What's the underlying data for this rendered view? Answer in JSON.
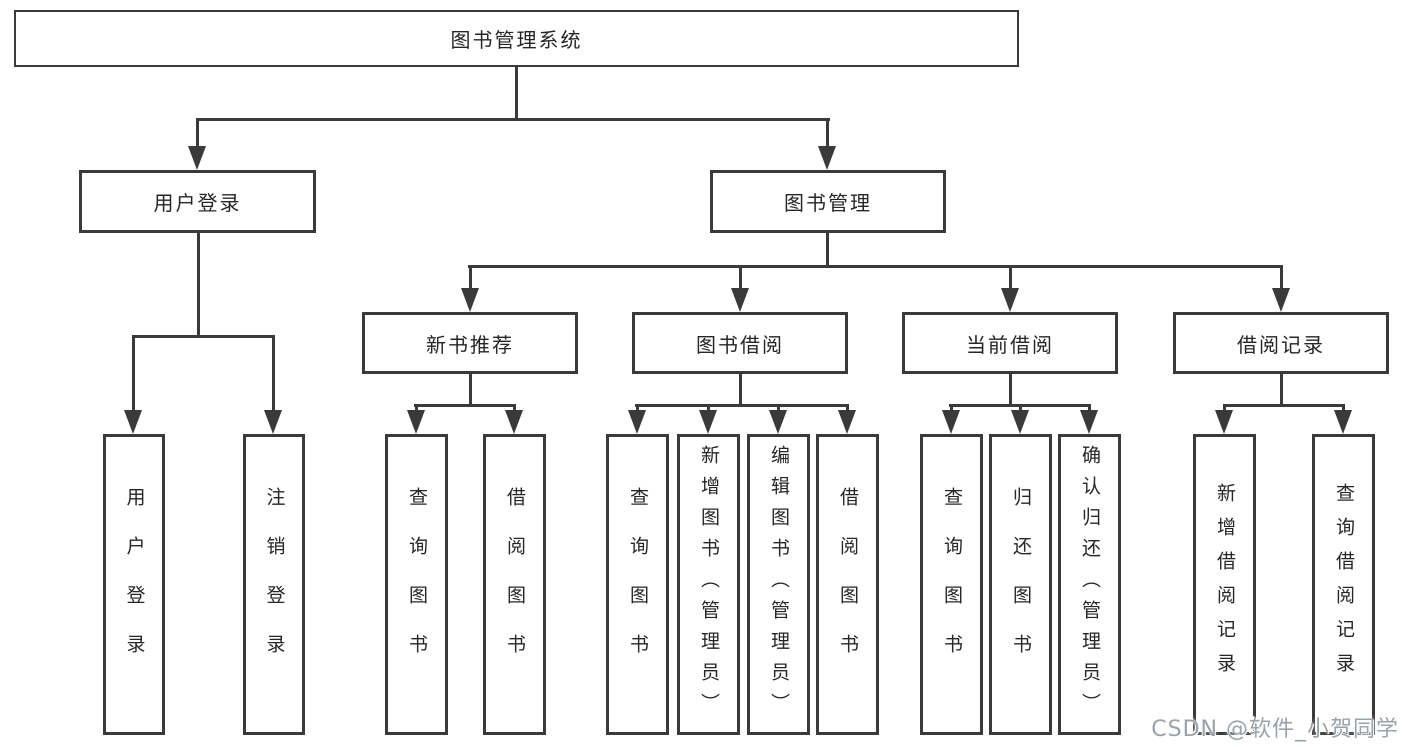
{
  "colors": {
    "background": "#ffffff",
    "line": "#3a3a3a",
    "box_border": "#3a3a3a",
    "text": "#262626",
    "watermark": "#9aa2a9"
  },
  "diagram": {
    "root": {
      "label": "图书管理系统"
    },
    "user_login": {
      "label": "用户登录",
      "children": [
        {
          "label": "用户登录"
        },
        {
          "label": "注销登录"
        }
      ]
    },
    "book_management": {
      "label": "图书管理",
      "sections": [
        {
          "label": "新书推荐",
          "children": [
            {
              "label": "查询图书"
            },
            {
              "label": "借阅图书"
            }
          ]
        },
        {
          "label": "图书借阅",
          "children": [
            {
              "label": "查询图书"
            },
            {
              "label": "新增图书（管理员）"
            },
            {
              "label": "编辑图书（管理员）"
            },
            {
              "label": "借阅图书"
            }
          ]
        },
        {
          "label": "当前借阅",
          "children": [
            {
              "label": "查询图书"
            },
            {
              "label": "归还图书"
            },
            {
              "label": "确认归还（管理员）"
            }
          ]
        },
        {
          "label": "借阅记录",
          "children": [
            {
              "label": "新增借阅记录"
            },
            {
              "label": "查询借阅记录"
            }
          ]
        }
      ]
    }
  },
  "watermark": {
    "text": "CSDN @软件_小贺同学"
  }
}
